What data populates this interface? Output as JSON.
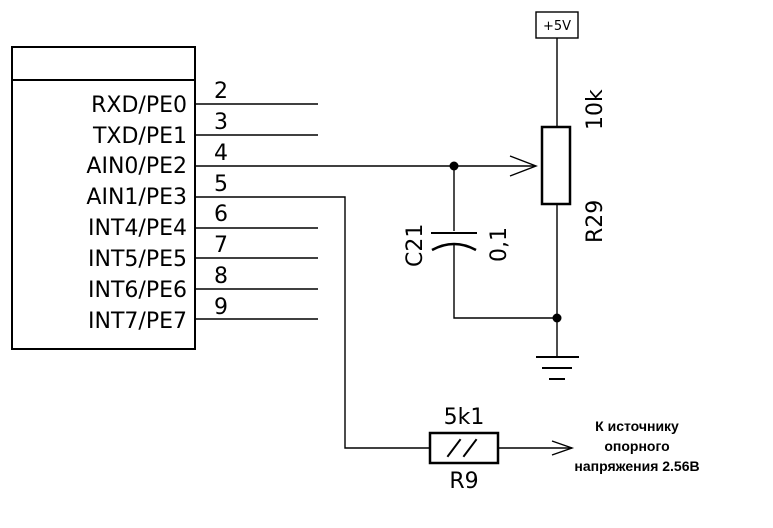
{
  "chip": {
    "pins": [
      {
        "name": "RXD/PE0",
        "number": "2"
      },
      {
        "name": "TXD/PE1",
        "number": "3"
      },
      {
        "name": "AIN0/PE2",
        "number": "4"
      },
      {
        "name": "AIN1/PE3",
        "number": "5"
      },
      {
        "name": "INT4/PE4",
        "number": "6"
      },
      {
        "name": "INT5/PE5",
        "number": "7"
      },
      {
        "name": "INT6/PE6",
        "number": "8"
      },
      {
        "name": "INT7/PE7",
        "number": "9"
      }
    ]
  },
  "power": {
    "label": "+5V"
  },
  "potentiometer": {
    "value": "10k",
    "ref": "R29"
  },
  "capacitor": {
    "ref": "C21",
    "value": "0,1"
  },
  "resistor": {
    "value": "5k1",
    "ref": "R9"
  },
  "note": {
    "line1": "К источнику",
    "line2": "опорного",
    "line3": "напряжения 2.56В"
  }
}
